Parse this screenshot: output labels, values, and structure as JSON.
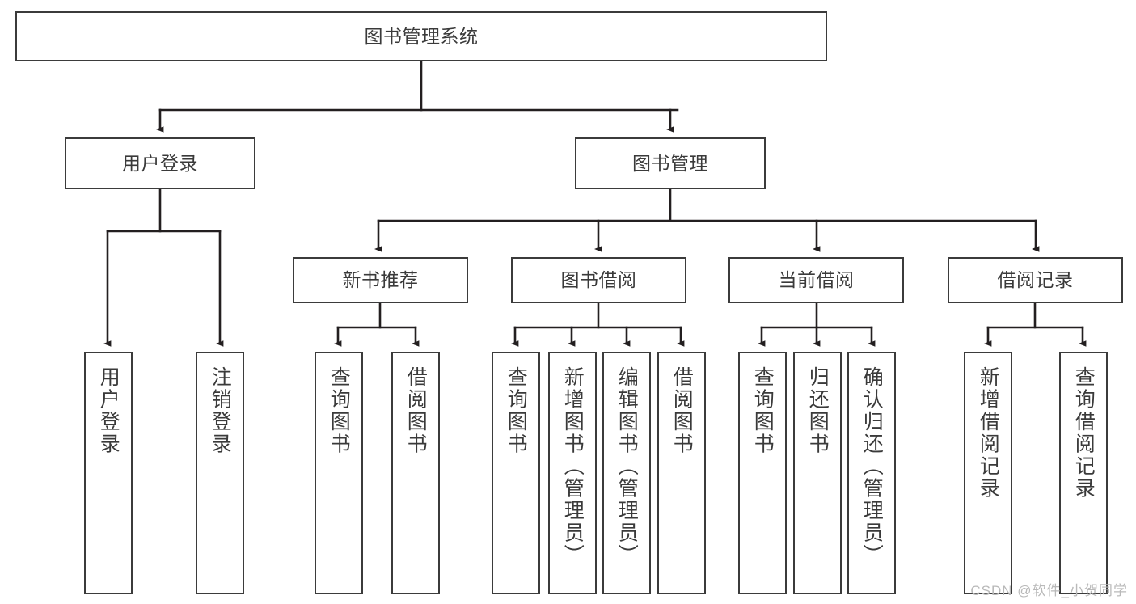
{
  "diagram": {
    "type": "tree-hierarchy",
    "title": "图书管理系统",
    "watermark": "CSDN @软件_小贺同学",
    "colors": {
      "box_border": "#3b3b3b",
      "box_fill": "#ffffff",
      "connector": "#231f20",
      "text": "#3a3a3a",
      "watermark": "#b9b9b9"
    }
  },
  "nodes": {
    "root": {
      "label": "图书管理系统"
    },
    "level1": [
      {
        "label": "用户登录"
      },
      {
        "label": "图书管理"
      }
    ],
    "level2": [
      {
        "label": "新书推荐"
      },
      {
        "label": "图书借阅"
      },
      {
        "label": "当前借阅"
      },
      {
        "label": "借阅记录"
      }
    ],
    "leaves": {
      "user_login": [
        {
          "label": "用户登录"
        },
        {
          "label": "注销登录"
        }
      ],
      "new_book_recommend": [
        {
          "label": "查询图书"
        },
        {
          "label": "借阅图书"
        }
      ],
      "book_borrow": [
        {
          "label": "查询图书"
        },
        {
          "label": "新增图书（管理员）"
        },
        {
          "label": "编辑图书（管理员）"
        },
        {
          "label": "借阅图书"
        }
      ],
      "current_borrow": [
        {
          "label": "查询图书"
        },
        {
          "label": "归还图书"
        },
        {
          "label": "确认归还（管理员）"
        }
      ],
      "borrow_record": [
        {
          "label": "新增借阅记录"
        },
        {
          "label": "查询借阅记录"
        }
      ]
    }
  }
}
